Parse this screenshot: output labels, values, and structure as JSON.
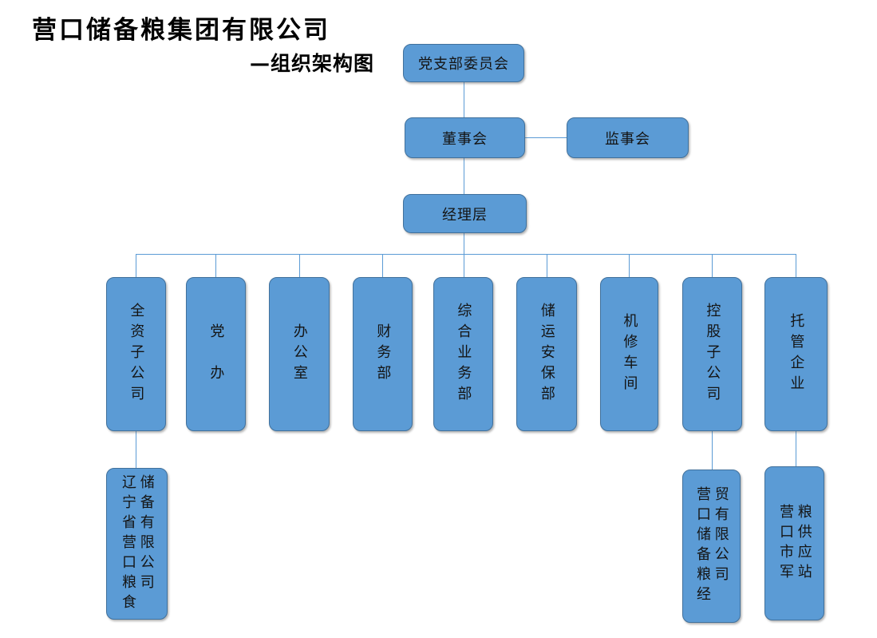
{
  "page": {
    "title": "营口储备粮集团有限公司",
    "subtitle": "—组织架构图"
  },
  "colors": {
    "box_fill": "#5b9bd5",
    "box_border": "#41719c",
    "connector_line": "#5b9bd5",
    "text": "#141414",
    "title_text": "#000000",
    "background": "#ffffff"
  },
  "org": {
    "level1": {
      "label": "党支部委员会"
    },
    "level2": [
      {
        "label": "董事会"
      },
      {
        "label": "监事会"
      }
    ],
    "level3": {
      "label": "经理层"
    },
    "departments": [
      "全资子公司",
      "党　办",
      "办公室",
      "财务部",
      "综合业务部",
      "储运安保部",
      "机修车间",
      "控股子公司",
      "托管企业"
    ],
    "subsidiaries": [
      {
        "parent": "全资子公司",
        "full_name": "辽宁省营口粮食储备有限公司",
        "columns": [
          "辽宁省营口粮食",
          "储备有限公司"
        ]
      },
      {
        "parent": "控股子公司",
        "full_name": "营口储备粮经贸有限公司",
        "columns": [
          "营口储备粮经",
          "贸有限公司"
        ]
      },
      {
        "parent": "托管企业",
        "full_name": "营口市军粮供应站",
        "columns": [
          "营口市军",
          "粮供应站"
        ]
      }
    ]
  }
}
